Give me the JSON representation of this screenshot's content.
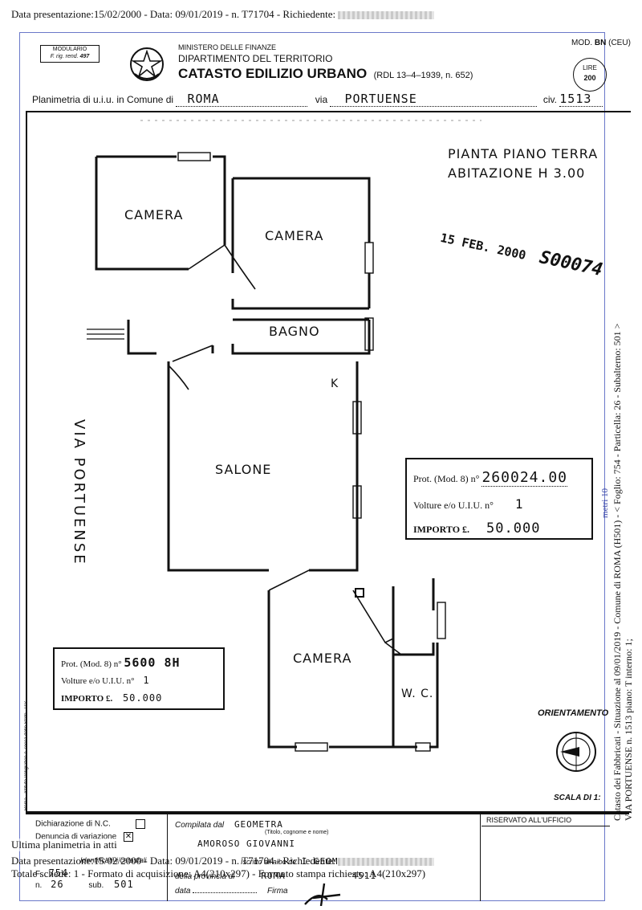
{
  "header_line": {
    "text": "Data presentazione:15/02/2000 - Data: 09/01/2019 - n. T71704 - Richiedente:"
  },
  "modulario": {
    "line1": "MODULARIO",
    "line2": "F. rig. rend.",
    "number": "497"
  },
  "ministry": {
    "line1": "MINISTERO DELLE FINANZE",
    "line2": "DIPARTIMENTO DEL TERRITORIO",
    "title": "CATASTO EDILIZIO URBANO",
    "law": "(RDL 13–4–1939, n. 652)"
  },
  "model": {
    "label": "MOD.",
    "code": "BN",
    "suffix": "(CEU)",
    "lire_label": "LIRE",
    "lire_value": "200"
  },
  "planimetria": {
    "prefix": "Planimetria di u.i.u. in Comune di",
    "comune": "ROMA",
    "via_label": "via",
    "via": "PORTUENSE",
    "civ_label": "civ.",
    "civ": "1513"
  },
  "plan": {
    "title_line1": "PIANTA PIANO TERRA",
    "title_line2": "ABITAZIONE  H 3.00",
    "street": "VIA PORTUENSE",
    "rooms": [
      "CAMERA",
      "CAMERA",
      "BAGNO",
      "SALONE",
      "CAMERA",
      "W. C."
    ],
    "kitchen_mark": "K",
    "date_stamp": "15 FEB. 2000",
    "protocol_stamp": "S00074"
  },
  "box_right": {
    "prot_label": "Prot. (Mod. 8) n°",
    "prot_value": "260024.00",
    "volture_label": "Volture e/o U.I.U. n°",
    "volture_value": "1",
    "importo_label": "IMPORTO £.",
    "importo_value": "50.000"
  },
  "box_left": {
    "prot_label": "Prot. (Mod. 8) n°",
    "prot_value": "5600 8H",
    "volture_label": "Volture e/o U.I.U. n°",
    "volture_value": "1",
    "importo_label": "IMPORTO £.",
    "importo_value": "50.000"
  },
  "orientamento": "ORIENTAMENTO",
  "scala": "SCALA DI 1:",
  "sidebar": {
    "line1": "Catasto dei Fabbricati - Situazione al 09/01/2019 - Comune di ROMA (H501) - < Foglio: 754 - Particella: 26 - Subalterno: 501 >",
    "line2": "VIA PORTUENSE n. 1513 piano: T interno: 1;",
    "scale_label": "metri",
    "scale_value": "10"
  },
  "printer_note": "Roma · Istituto Poligrafico e Zecca dello Stato · P.V.",
  "footer": {
    "dichiarazione": "Dichiarazione di N.C.",
    "denuncia": "Denuncia di variazione",
    "identificativi": "Identificativi catastali",
    "foglio_label": "F.",
    "foglio": "754",
    "n_label": "n.",
    "n": "26",
    "sub_label": "sub.",
    "sub": "501",
    "compilata_label": "Compilata dal",
    "compilata_value": "GEOMETRA",
    "titolo_note": "(Titolo, cognome e nome)",
    "name_value": "AMOROSO GIOVANNI",
    "iscritto_label": "Iscritto all'albo de",
    "iscritto_value": "I GEOMETRI",
    "provincia_label": "della provincia di",
    "provincia_value": "ROMA",
    "provincia_number": "4511",
    "data_label": "data",
    "firma_label": "Firma",
    "riservato": "RISERVATO ALL'UFFICIO"
  },
  "overlay": {
    "ultima": "Ultima planimetria in atti",
    "data_line": "Data presentazione:15/02/2000 - Data: 09/01/2019 - n. T71704 - Richiedente:",
    "totale_line": "Totale schede: 1 - Formato di acquisizione: A4(210x297) - Formato stampa richiesto: A4(210x297)"
  }
}
